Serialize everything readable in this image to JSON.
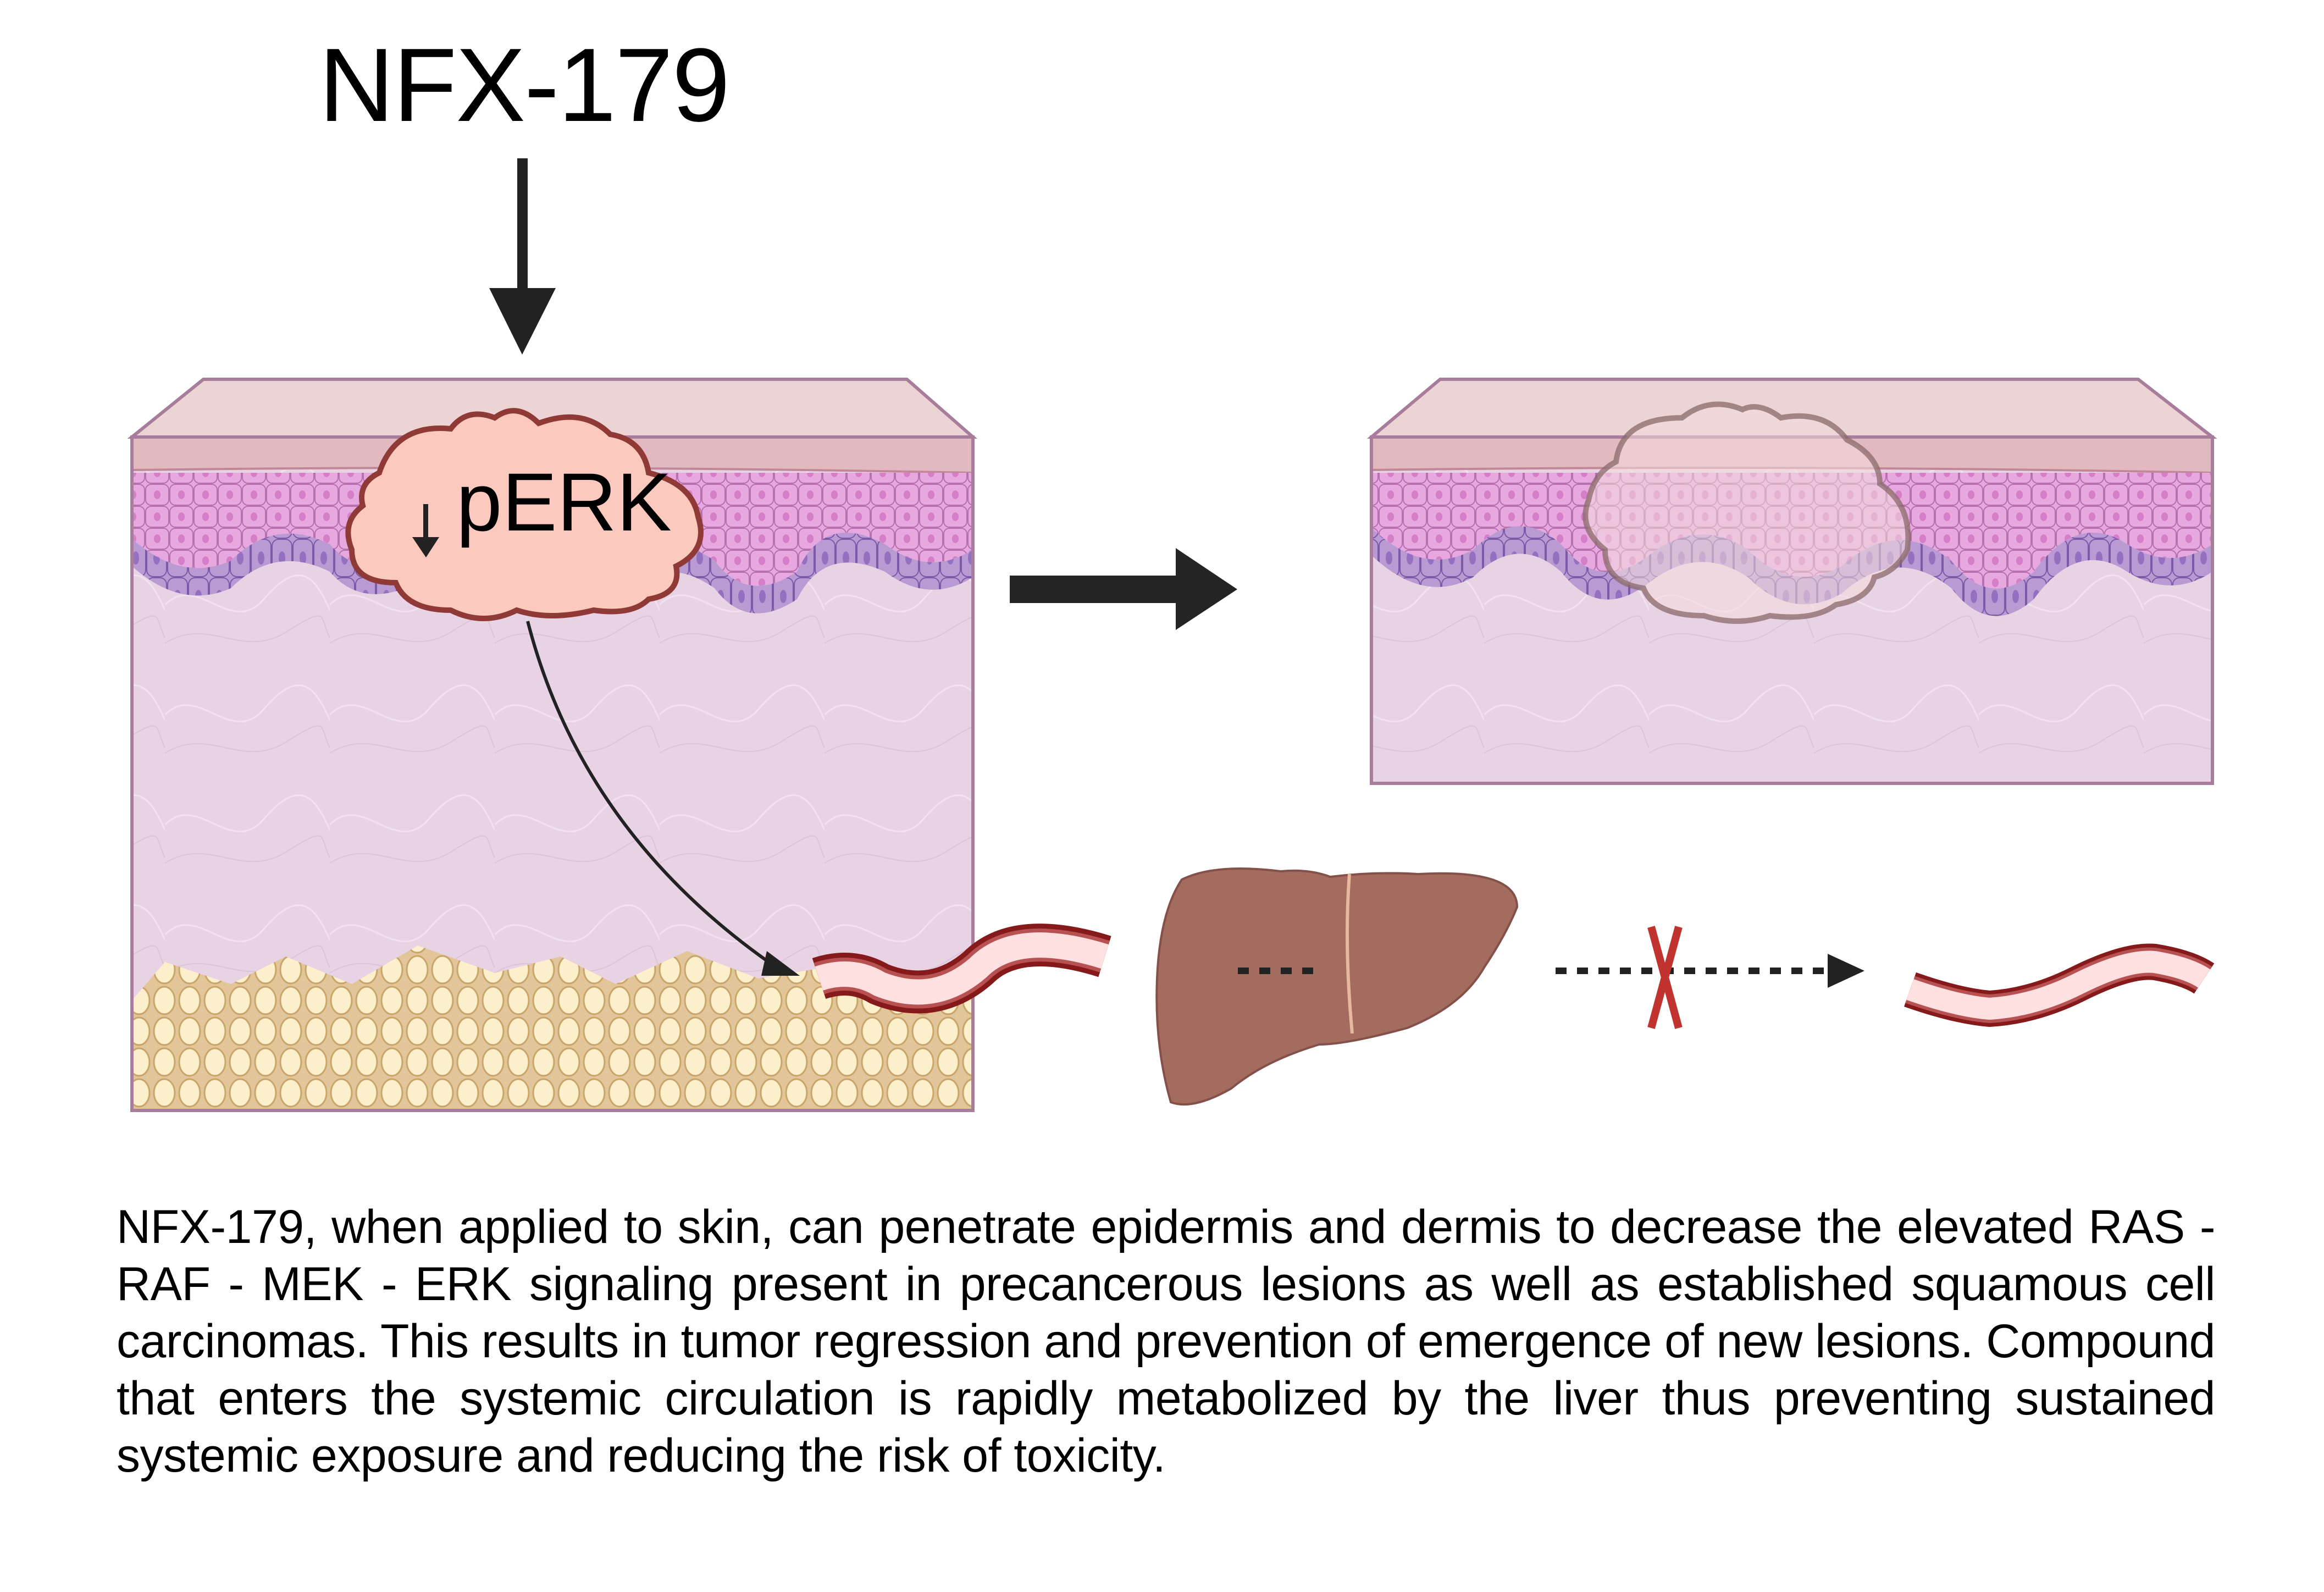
{
  "title": "NFX-179",
  "lesion_label": "pERK",
  "lesion_label_modifier": "decrease-arrow",
  "caption": "NFX-179, when applied to skin, can penetrate epidermis and dermis to decrease the elevated RAS - RAF - MEK - ERK signaling present in precancerous lesions as well as established squamous cell carcinomas. This results in tumor regression and prevention of emergence of new lesions. Compound that enters the systemic circulation is rapidly metabolized by the liver thus preventing sustained systemic exposure and reducing the risk of toxicity.",
  "panels": [
    {
      "name": "treated-skin",
      "state": "tumor with decreased pERK"
    },
    {
      "name": "regressed-skin",
      "state": "faded regressed tumor"
    }
  ],
  "flow": [
    "skin application",
    "dermis penetration",
    "blood vessel",
    "liver metabolism",
    "blocked systemic exposure",
    "blood vessel"
  ],
  "colors": {
    "stratum_corneum": "#ecd3d4",
    "epidermis_top": "#e3b9c0",
    "spinous_cells": "#e7a8e0",
    "basal_cells": "#b99ad2",
    "dermis": "#e8d3e5",
    "fat": "#fbefcc",
    "tumor": "#fbc9bd",
    "tumor_outline": "#8f3a36",
    "vessel_wall": "#861a1a",
    "vessel_lumen": "#fde0df",
    "liver": "#a46b5f",
    "block_x": "#c0332f",
    "arrow": "#222222",
    "border": "#a87d9c"
  }
}
